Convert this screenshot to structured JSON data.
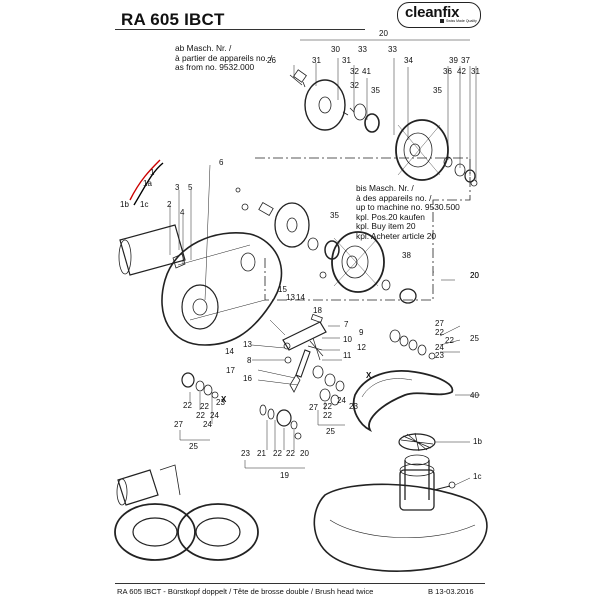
{
  "header": {
    "title": "RA 605 IBCT",
    "logo_text": "cleanfix",
    "logo_tagline": "Swiss Made Quality"
  },
  "notes": {
    "from_machine": "ab Masch. Nr. /\nà partier de appareils no. /\nas from no. 9532.000",
    "up_to_machine": "bis Masch. Nr. /\nà des appareils no. /\nup to machine no. 9530.500\nkpl. Pos.20 kaufen\nkpl. Buy item 20\nkpl. Acheter article 20"
  },
  "callouts": [
    "20",
    "26",
    "31",
    "30",
    "33",
    "33",
    "39",
    "37",
    "32",
    "31",
    "32",
    "41",
    "34",
    "36",
    "42",
    "31",
    "35",
    "35",
    "6",
    "1",
    "1a",
    "3",
    "5",
    "1b",
    "1c",
    "2",
    "4",
    "35",
    "38",
    "20",
    "15",
    "13",
    "14",
    "7",
    "9",
    "27",
    "22",
    "25",
    "22",
    "10",
    "11",
    "12",
    "24",
    "23",
    "14",
    "8",
    "17",
    "16",
    "13",
    "23",
    "22",
    "24",
    "24",
    "22",
    "22",
    "27",
    "25",
    "40",
    "18",
    "20",
    "X",
    "X",
    "27",
    "22",
    "22",
    "23",
    "24",
    "25",
    "23",
    "21",
    "22",
    "22",
    "20",
    "19",
    "1b",
    "1c"
  ],
  "footer": {
    "left": "RA 605 IBCT - Bürstkopf doppelt / Tête de brosse double / Brush head twice",
    "right": "B 13-03.2016"
  }
}
